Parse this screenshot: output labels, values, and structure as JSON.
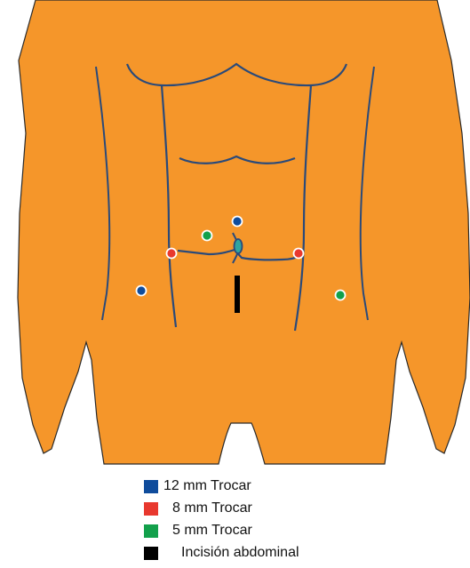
{
  "figure": {
    "colors": {
      "body": "#f5962a",
      "body_outline": "#2a2a2a",
      "anatomy_lines": "#2a4a7a",
      "umbilicus": "#2fa5a0"
    }
  },
  "markers": [
    {
      "type": "12mm",
      "color": "#0f4c9c"
    },
    {
      "type": "12mm",
      "color": "#0f4c9c"
    },
    {
      "type": "8mm",
      "color": "#e8382e"
    },
    {
      "type": "8mm",
      "color": "#e8382e"
    },
    {
      "type": "5mm",
      "color": "#12a04b"
    },
    {
      "type": "5mm",
      "color": "#12a04b"
    }
  ],
  "incision": {
    "color": "#000000"
  },
  "legend": [
    {
      "label": "12 mm Trocar",
      "color": "#0f4c9c"
    },
    {
      "label": "8 mm Trocar",
      "color": "#e8382e"
    },
    {
      "label": "5 mm Trocar",
      "color": "#12a04b"
    },
    {
      "label": "Incisión abdominal",
      "color": "#000000"
    }
  ]
}
